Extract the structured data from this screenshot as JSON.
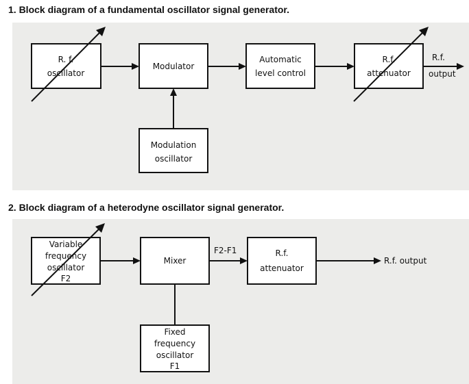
{
  "diagram1": {
    "caption": "1. Block diagram of a fundamental oscillator signal generator.",
    "blocks": {
      "rf_oscillator": [
        "R. f.",
        "oscillator"
      ],
      "modulator": [
        "Modulator"
      ],
      "alc": [
        "Automatic",
        "level control"
      ],
      "rf_attenuator": [
        "R.f.",
        "attenuator"
      ],
      "modulation_oscillator": [
        "Modulation",
        "oscillator"
      ]
    },
    "output_label": [
      "R.f.",
      "output"
    ]
  },
  "diagram2": {
    "caption": "2. Block diagram of a heterodyne oscillator signal generator.",
    "blocks": {
      "vfo": [
        "Variable",
        "frequency",
        "oscillator",
        "F2"
      ],
      "mixer": [
        "Mixer"
      ],
      "rf_attenuator": [
        "R.f.",
        "attenuator"
      ],
      "ffo": [
        "Fixed",
        "frequency",
        "oscillator",
        "F1"
      ]
    },
    "mixer_output_label": "F2-F1",
    "output_label": "R.f. output"
  }
}
